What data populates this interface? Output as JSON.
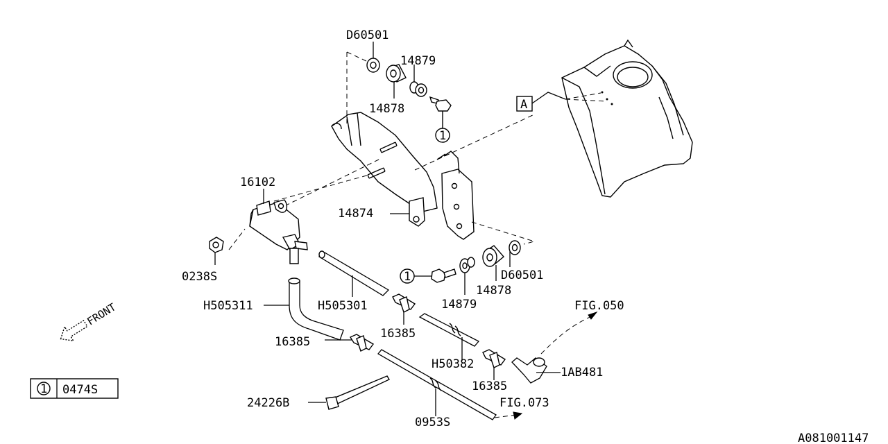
{
  "parts": {
    "d60501_top": "D60501",
    "p14879_top": "14879",
    "p14878_top": "14878",
    "p16102": "16102",
    "p14874": "14874",
    "p0238s": "0238S",
    "h505311": "H505311",
    "h505301": "H505301",
    "p16385_mid": "16385",
    "p16385_left": "16385",
    "p16385_right": "16385",
    "d60501_right": "D60501",
    "p14878_right": "14878",
    "p14879_right": "14879",
    "h50382": "H50382",
    "p1ab481": "1AB481",
    "p24226b": "24226B",
    "p0953s": "0953S"
  },
  "refs": {
    "fig050": "FIG.050",
    "fig073": "FIG.073",
    "callout_a": "A",
    "circle_one": "1"
  },
  "legend": {
    "index": "1",
    "part": "0474S"
  },
  "front_label": "FRONT",
  "diagram_code": "A081001147"
}
